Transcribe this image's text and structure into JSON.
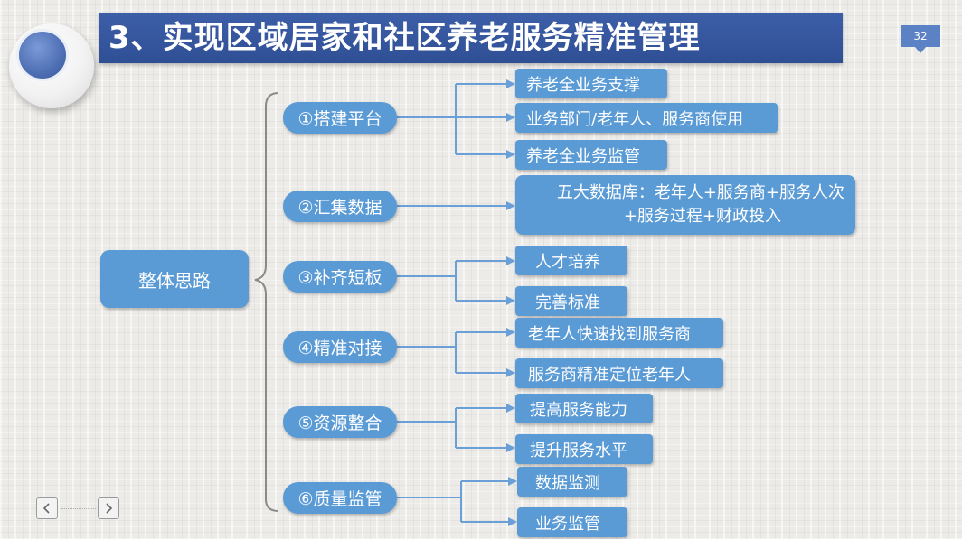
{
  "title": "3、实现区域居家和社区养老服务精准管理",
  "page_number": "32",
  "center": "整体思路",
  "steps": [
    {
      "label": "①搭建平台",
      "leaves": [
        "养老全业务支撑",
        "业务部门/老年人、服务商使用",
        "养老全业务监管"
      ]
    },
    {
      "label": "②汇集数据",
      "leaves": [
        [
          "五大数据库：老年人+服务商+服务人次",
          "+服务过程+财政投入"
        ]
      ]
    },
    {
      "label": "③补齐短板",
      "leaves": [
        "人才培养",
        "完善标准"
      ]
    },
    {
      "label": "④精准对接",
      "leaves": [
        "老年人快速找到服务商",
        "服务商精准定位老年人"
      ]
    },
    {
      "label": "⑤资源整合",
      "leaves": [
        "提高服务能力",
        "提升服务水平"
      ]
    },
    {
      "label": "⑥质量监管",
      "leaves": [
        "数据监测",
        "业务监管"
      ]
    }
  ],
  "colors": {
    "box": "#5b9bd5",
    "title_bar": "#2f4f95",
    "connector": "#6a9fd8",
    "brace": "#8a8a8a"
  },
  "nav": {
    "prev_icon": "chevron-left-icon",
    "next_icon": "chevron-right-icon"
  }
}
